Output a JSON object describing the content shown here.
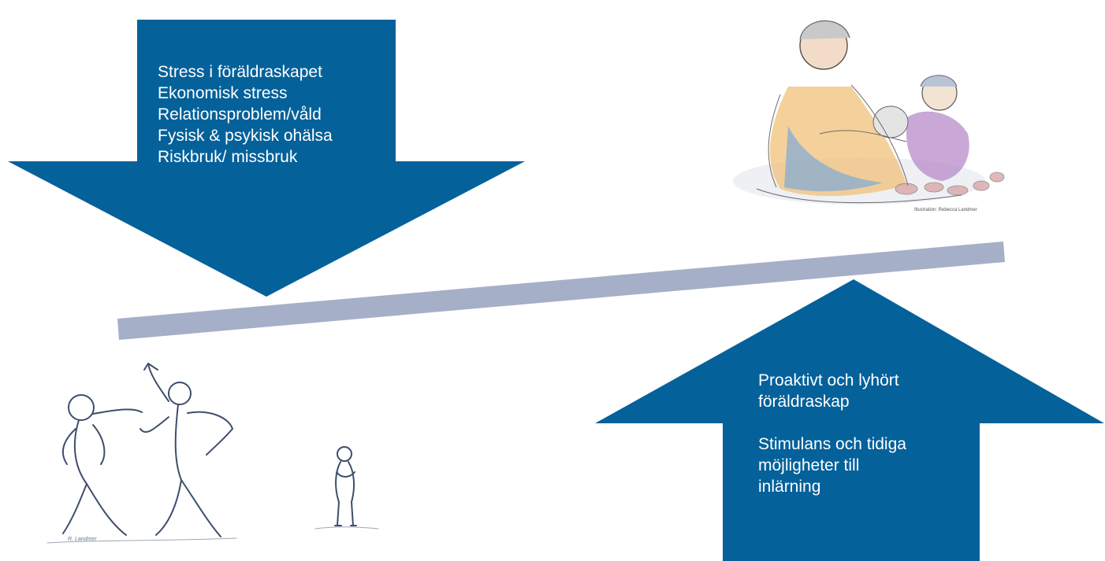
{
  "colors": {
    "arrow": "#04619a",
    "lever": "#a6afc8",
    "arrow_text": "#ffffff"
  },
  "down_arrow": {
    "lines": [
      "Stress i föräldraskapet",
      "Ekonomisk stress",
      "Relationsproblem/våld",
      "Fysisk & psykisk ohälsa",
      "Riskbruk/ missbruk"
    ]
  },
  "up_arrow": {
    "line1": "Proaktivt och lyhört",
    "line2": "föräldraskap",
    "line3": "Stimulans och tidiga",
    "line4": "möjligheter till",
    "line5": "inlärning"
  },
  "illustrations": {
    "top_right_credit": "Illustration: Rebecca Landmer",
    "bottom_left_signature": "R. Landmer"
  }
}
